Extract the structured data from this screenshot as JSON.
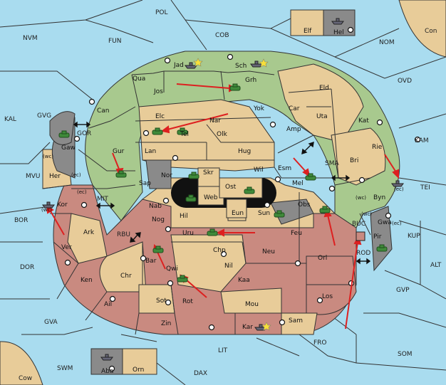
{
  "colors": {
    "sea": "#a9dcef",
    "land_tan": "#e8cc99",
    "green": "#a8c98e",
    "red": "#c98a80",
    "gray": "#8a8a8a",
    "border": "#333333",
    "arrow": "#dd2020",
    "black": "#111111"
  },
  "sea_labels": {
    "POL": "POL",
    "NVM": "NVM",
    "FUN": "FUN",
    "COB": "COB",
    "NOM": "NOM",
    "Con": "Con",
    "OVD": "OVD",
    "KAL": "KAL",
    "GVG": "GVG",
    "GOR": "GOR",
    "KAM": "KAM",
    "SMA": "SMA",
    "MVU": "MVU",
    "MIT": "MIT",
    "TEI": "TEI",
    "BOR": "BOR",
    "RBU": "RBU",
    "BUC": "BUC",
    "KUP": "KUP",
    "ROD": "ROD",
    "DOR": "DOR",
    "ALT": "ALT",
    "GVP": "GVP",
    "GVA": "GVA",
    "FRO": "FRO",
    "SOM": "SOM",
    "LIT": "LIT",
    "SWM": "SWM",
    "DAX": "DAX",
    "Cow": "Cow"
  },
  "land_labels": {
    "Elf": "Elf",
    "Hel": "Hel",
    "Jad": "Jad",
    "Sch": "Sch",
    "Qua": "Qua",
    "Grh": "Grh",
    "Jos": "Jos",
    "Eld": "Eld",
    "Can": "Can",
    "Yok": "Yok",
    "Car": "Car",
    "Uta": "Uta",
    "Elc": "Elc",
    "Nar": "Nar",
    "Amp": "Amp",
    "Kat": "Kat",
    "Tel": "Tel",
    "Olk": "Olk",
    "Gaw": "Gaw",
    "Lan": "Lan",
    "Hug": "Hug",
    "Gur": "Gur",
    "Bri": "Bri",
    "Rie": "Rie",
    "Esm": "Esm",
    "Wil": "Wil",
    "Nor": "Nor",
    "Skr": "Skr",
    "Ost": "Ost",
    "Mel": "Mel",
    "Her": "Her",
    "Sap": "Sap",
    "Web": "Web",
    "Byn": "Byn",
    "Kor": "Kor",
    "Nab": "Nab",
    "Eun": "Eun",
    "Sun": "Sun",
    "Obs": "Obs",
    "Gwa": "Gwa",
    "Hil": "Hil",
    "Ark": "Ark",
    "Nog": "Nog",
    "Uru": "Uru",
    "Feu": "Feu",
    "Pir": "Pir",
    "Ver": "Ver",
    "Chp": "Chp",
    "Neu": "Neu",
    "Orl": "Orl",
    "Bar": "Bar",
    "Qwi": "Qwi",
    "Nil": "Nil",
    "Ken": "Ken",
    "Chr": "Chr",
    "Kaa": "Kaa",
    "Los": "Los",
    "Sot": "Sot",
    "Rot": "Rot",
    "Ail": "Ail",
    "Mou": "Mou",
    "Zin": "Zin",
    "Sam": "Sam",
    "Kar": "Kar",
    "Aba": "Aba",
    "Orn": "Orn"
  },
  "coast_notes": {
    "wc": "(wc)",
    "ec": "(ec)"
  }
}
